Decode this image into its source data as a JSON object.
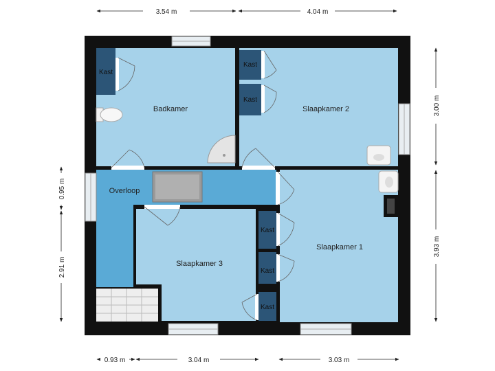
{
  "rooms": {
    "badkamer": "Badkamer",
    "slaapkamer1": "Slaapkamer 1",
    "slaapkamer2": "Slaapkamer 2",
    "slaapkamer3": "Slaapkamer 3",
    "overloop": "Overloop"
  },
  "closets": {
    "label": "Kast"
  },
  "dimensions": {
    "top_left": "3.54 m",
    "top_right": "4.04 m",
    "bottom_1": "0.93 m",
    "bottom_2": "3.04 m",
    "bottom_3": "3.03 m",
    "left_upper": "0.95 m",
    "left_lower": "2.91 m",
    "right_upper": "3.00 m",
    "right_lower": "3.93 m"
  },
  "colors": {
    "wall": "#111111",
    "room": "#a6d2ea",
    "hall": "#5aaad6",
    "closet": "#2c5577",
    "window": "#e8eef2"
  }
}
